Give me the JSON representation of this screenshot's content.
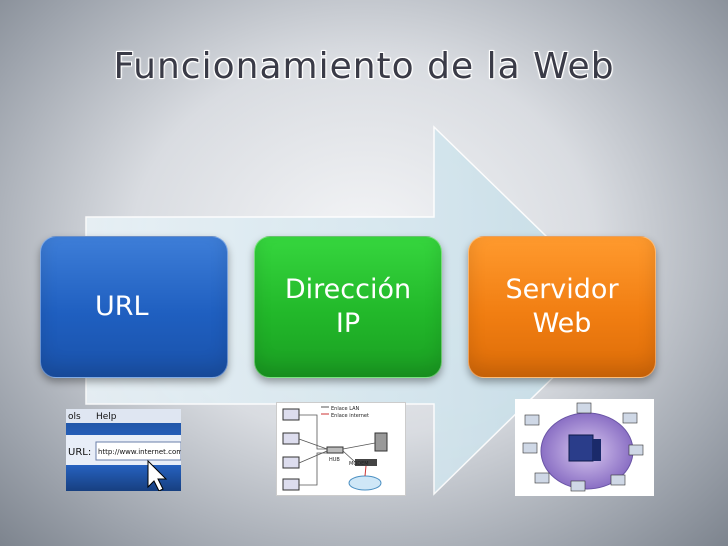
{
  "title": "Funcionamiento de la Web",
  "steps": [
    {
      "line1": "URL",
      "line2": ""
    },
    {
      "line1": "Dirección",
      "line2": "IP"
    },
    {
      "line1": "Servidor",
      "line2": "Web"
    }
  ],
  "images": {
    "browser": {
      "menu_left": "ols",
      "menu_help": "Help",
      "url_label": "URL:",
      "url_text": "http://www.internet.com"
    },
    "network": {
      "legend_lan": "Enlace LAN",
      "legend_internet": "Enlace internet",
      "hub": "HUB",
      "modem": "MODEM"
    }
  },
  "colors": {
    "url": "#1f5fc0",
    "ip": "#22b82a",
    "web": "#f17e12",
    "title": "#3a3b47"
  }
}
